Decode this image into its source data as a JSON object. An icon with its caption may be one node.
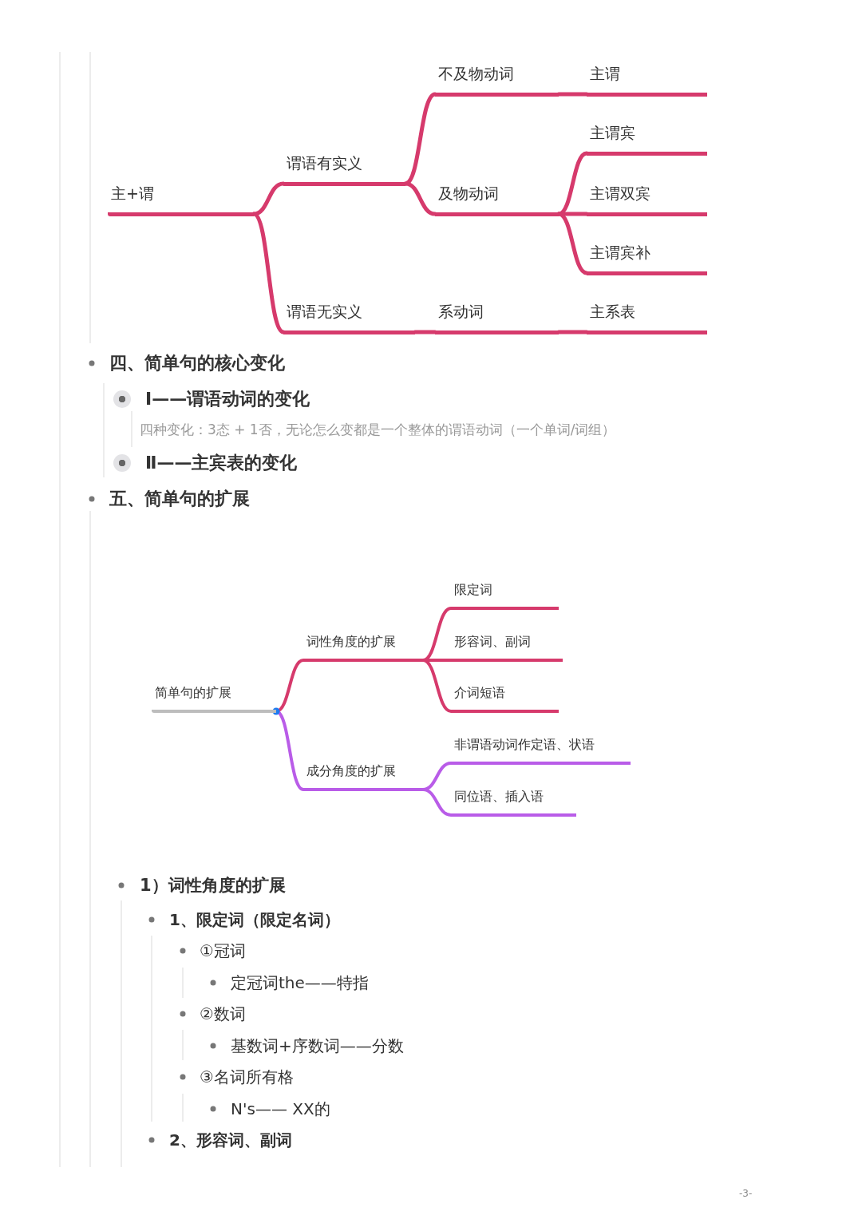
{
  "diagram": {
    "nodes": [
      {
        "text": [
          "主+谓"
        ]
      },
      {
        "text": [
          "谓语有实义"
        ]
      },
      {
        "text": [
          "谓语无实义"
        ]
      },
      {
        "text": [
          "不及物动词"
        ]
      },
      {
        "text": [
          "及物动词"
        ]
      },
      {
        "text": [
          "系动词"
        ]
      },
      {
        "text": [
          "主谓"
        ]
      },
      {
        "text": [
          "主谓宾"
        ]
      },
      {
        "text": [
          "主谓双宾"
        ]
      },
      {
        "text": [
          "主谓宾补"
        ]
      },
      {
        "text": [
          "主系表"
        ]
      },
      {
        "text": [
          "简单句的扩展"
        ]
      },
      {
        "text": [
          "词性角度的扩展"
        ]
      },
      {
        "text": [
          "成分角度的扩展"
        ]
      },
      {
        "text": [
          "限定词"
        ]
      },
      {
        "text": [
          "形容词、副词"
        ]
      },
      {
        "text": [
          "介词短语"
        ]
      },
      {
        "text": [
          "非谓语动词作定语、状语"
        ]
      },
      {
        "text": [
          "同位语、插入语"
        ]
      }
    ],
    "edges": [
      {
        "from": 0,
        "to": 1,
        "arrow": "none"
      },
      {
        "from": 0,
        "to": 2,
        "arrow": "none"
      },
      {
        "from": 1,
        "to": 3,
        "arrow": "none"
      },
      {
        "from": 1,
        "to": 4,
        "arrow": "none"
      },
      {
        "from": 2,
        "to": 5,
        "arrow": "none"
      },
      {
        "from": 3,
        "to": 6,
        "arrow": "none"
      },
      {
        "from": 4,
        "to": 7,
        "arrow": "none"
      },
      {
        "from": 4,
        "to": 8,
        "arrow": "none"
      },
      {
        "from": 4,
        "to": 9,
        "arrow": "none"
      },
      {
        "from": 5,
        "to": 10,
        "arrow": "none"
      },
      {
        "from": 11,
        "to": 12,
        "arrow": "none"
      },
      {
        "from": 11,
        "to": 13,
        "arrow": "none",
        "color": "#b95ce8"
      },
      {
        "from": 12,
        "to": 14,
        "arrow": "none"
      },
      {
        "from": 12,
        "to": 15,
        "arrow": "none"
      },
      {
        "from": 12,
        "to": 16,
        "arrow": "none"
      },
      {
        "from": 13,
        "to": 17,
        "arrow": "none",
        "color": "#b95ce8"
      },
      {
        "from": 13,
        "to": 18,
        "arrow": "none",
        "color": "#b95ce8"
      }
    ],
    "labels": [
      "四、简单句的核心变化",
      "Ⅰ——谓语动词的变化",
      "四种变化：3态 + 1否，无论怎么变都是一个整体的谓语动词（一个单词/词组）",
      "Ⅱ——主宾表的变化",
      "五、简单句的扩展",
      "1）词性角度的扩展",
      "1、限定词（限定名词）",
      "①冠词",
      "定冠词the——特指",
      "②数词",
      "基数词+序数词——分数",
      "③名词所有格",
      "N's—— XX的",
      "2、形容词、副词",
      "-3-"
    ]
  }
}
